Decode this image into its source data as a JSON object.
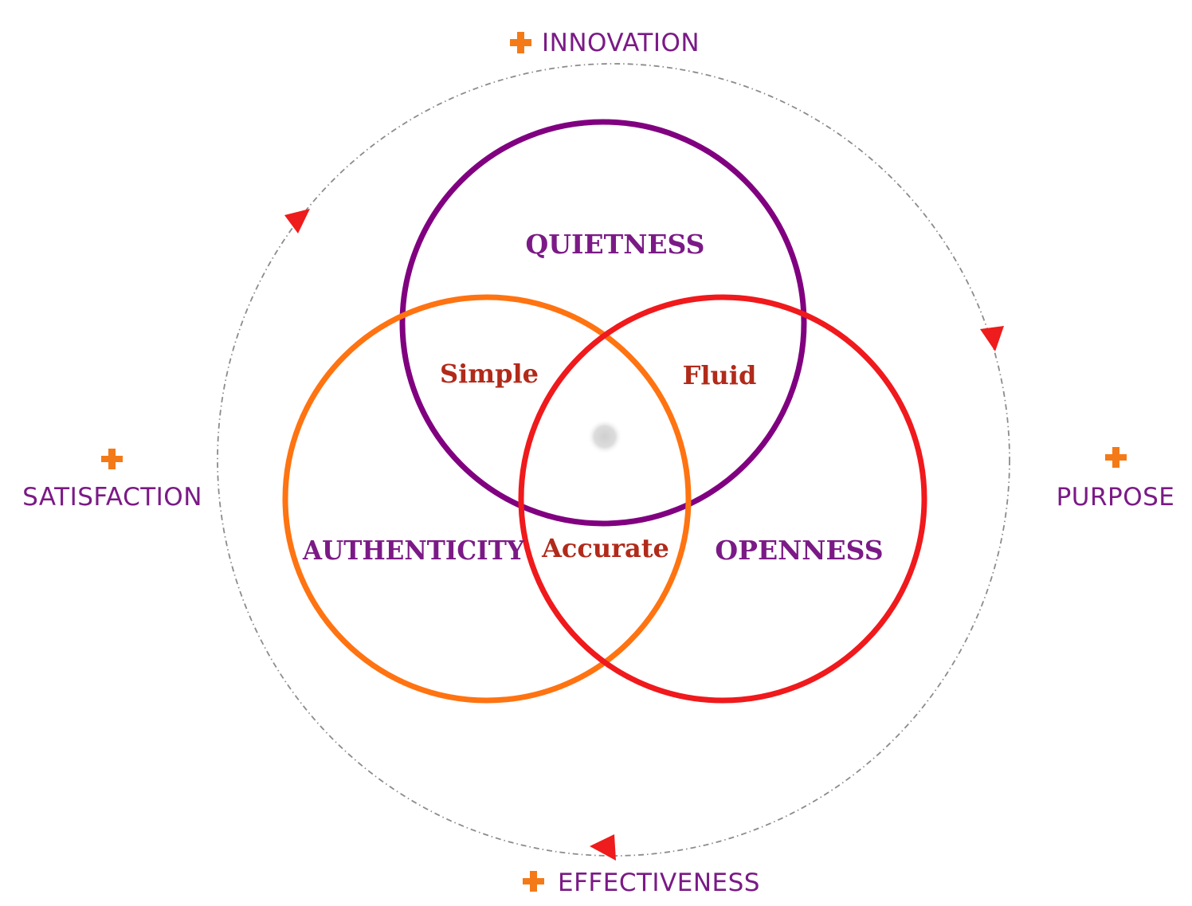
{
  "colors": {
    "quietness_ring": "#800080",
    "authenticity_ring": "#ff7311",
    "openness_ring": "#f0191c",
    "outer_label_text": "#7b1a86",
    "overlap_label_text": "#b12a1a",
    "plus_icon": "#f47a17",
    "cycle_arrow": "#ee1c1c",
    "cycle_path": "#8c8c8c"
  },
  "outer_labels": {
    "top": "INNOVATION",
    "right": "PURPOSE",
    "bottom": "EFFECTIVENESS",
    "left": "SATISFACTION"
  },
  "circles": {
    "top": "QUIETNESS",
    "left": "AUTHENTICITY",
    "right": "OPENNESS"
  },
  "overlaps": {
    "top_left": "Simple",
    "top_right": "Fluid",
    "left_right": "Accurate"
  },
  "icons": {
    "outer_marker": "plus-icon",
    "cycle_marker": "arrowhead-icon",
    "center_marker": "center-dot"
  }
}
